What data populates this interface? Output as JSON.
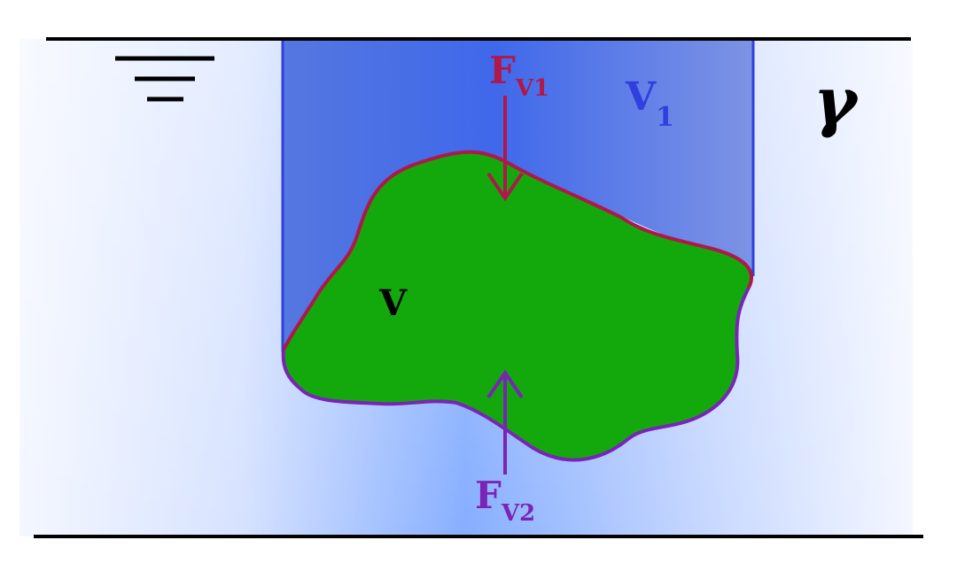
{
  "labels": {
    "force_top_main": "F",
    "force_top_sub": "V1",
    "volume_top_main": "V",
    "volume_top_sub": "1",
    "specific_weight": "γ",
    "body_volume": "V",
    "force_bottom_main": "F",
    "force_bottom_sub": "V2"
  },
  "colors": {
    "water_light": "#f4f7ff",
    "water_mid": "#c9d8ff",
    "water_deep": "#7ea9ff",
    "column_fill": "#4a6fe8",
    "column_edge": "#2f3fe0",
    "body_fill": "#13a90c",
    "body_outline_top": "#b0174a",
    "body_outline_bottom": "#7a24b6",
    "force_top": "#b0174a",
    "force_bottom": "#7a24b6",
    "label_v1": "#2f3fe0",
    "text_dark": "#000000"
  }
}
